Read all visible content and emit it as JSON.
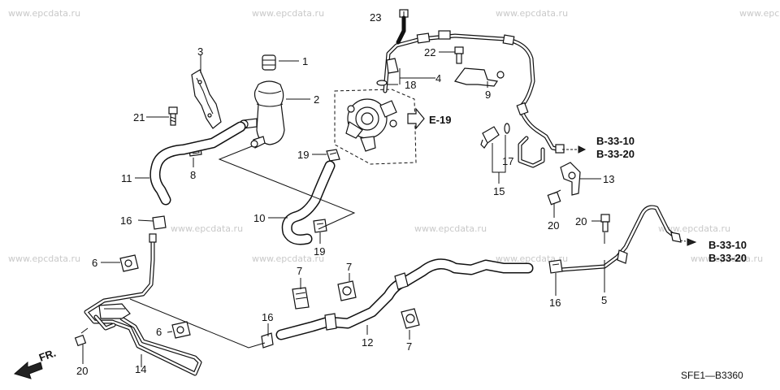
{
  "diagram": {
    "watermark": "www.epcdata.ru",
    "watermark_partial": "www.epc",
    "drawing_code": "SFE1—B3360",
    "direction_label": "FR.",
    "refs": {
      "e19": "E-19",
      "b33_10_a": "B-33-10",
      "b33_20_a": "B-33-20",
      "b33_10_b": "B-33-10",
      "b33_20_b": "B-33-20"
    },
    "callouts": [
      {
        "id": "c1",
        "label": "1"
      },
      {
        "id": "c2",
        "label": "2"
      },
      {
        "id": "c3",
        "label": "3"
      },
      {
        "id": "c4",
        "label": "4"
      },
      {
        "id": "c5",
        "label": "5"
      },
      {
        "id": "c6a",
        "label": "6"
      },
      {
        "id": "c6b",
        "label": "6"
      },
      {
        "id": "c7a",
        "label": "7"
      },
      {
        "id": "c7b",
        "label": "7"
      },
      {
        "id": "c7c",
        "label": "7"
      },
      {
        "id": "c8",
        "label": "8"
      },
      {
        "id": "c9",
        "label": "9"
      },
      {
        "id": "c10",
        "label": "10"
      },
      {
        "id": "c11",
        "label": "11"
      },
      {
        "id": "c12",
        "label": "12"
      },
      {
        "id": "c13",
        "label": "13"
      },
      {
        "id": "c14",
        "label": "14"
      },
      {
        "id": "c15",
        "label": "15"
      },
      {
        "id": "c16a",
        "label": "16"
      },
      {
        "id": "c16b",
        "label": "16"
      },
      {
        "id": "c16c",
        "label": "16"
      },
      {
        "id": "c17",
        "label": "17"
      },
      {
        "id": "c18",
        "label": "18"
      },
      {
        "id": "c19a",
        "label": "19"
      },
      {
        "id": "c19b",
        "label": "19"
      },
      {
        "id": "c20a",
        "label": "20"
      },
      {
        "id": "c20b",
        "label": "20"
      },
      {
        "id": "c20c",
        "label": "20"
      },
      {
        "id": "c21",
        "label": "21"
      },
      {
        "id": "c22",
        "label": "22"
      },
      {
        "id": "c23",
        "label": "23"
      }
    ]
  }
}
